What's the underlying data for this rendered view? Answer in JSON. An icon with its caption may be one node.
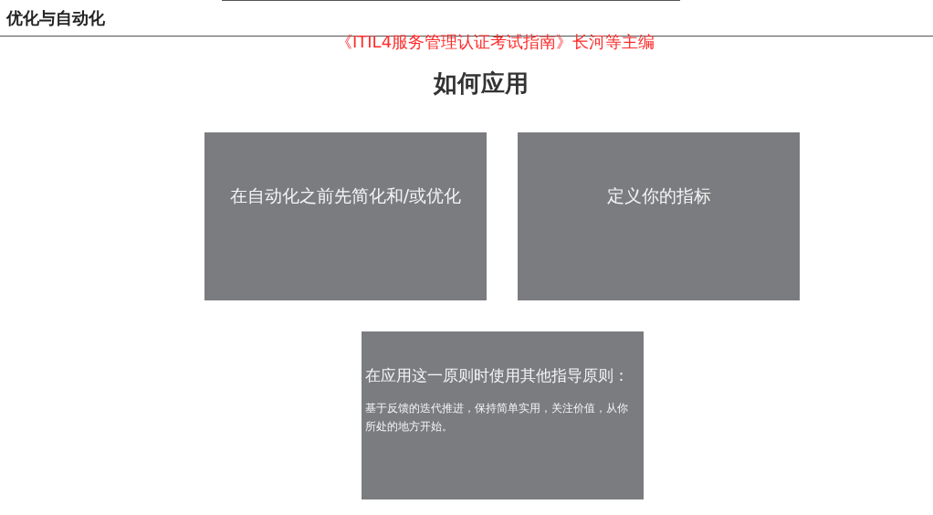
{
  "diagram": {
    "title": "优化与自动化",
    "nodes": [
      {
        "text": [
          "在自动化之前先简化和/或优化"
        ]
      },
      {
        "text": [
          "定义你的指标"
        ]
      },
      {
        "text": [
          "在应用这一原则时使用其他指导原则：",
          "基于反馈的迭代推进，保持简单实用，关注价值，从你所处的地方开始。"
        ]
      }
    ],
    "labels": [
      "《ITIL4服务管理认证考试指南》长河等主编",
      "如何应用"
    ]
  }
}
